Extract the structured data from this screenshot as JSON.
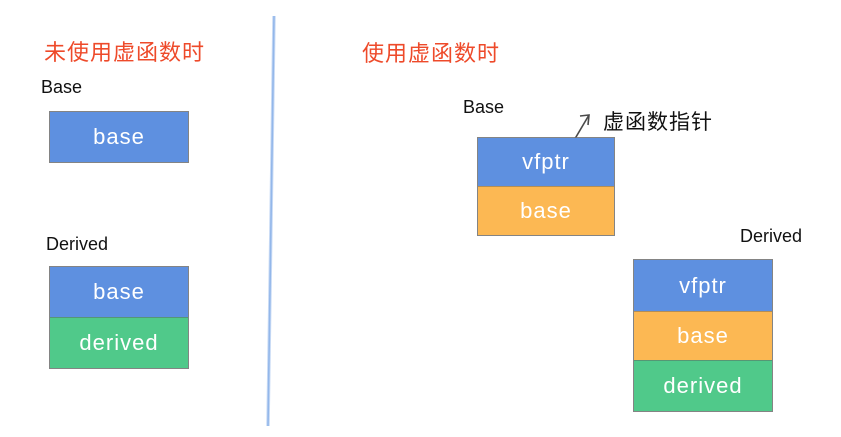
{
  "palette": {
    "blue": "#5E90E0",
    "orange": "#FCB853",
    "green": "#50C98A",
    "title_red": "#EE4A2A",
    "divider_blue": "#A6C4EE",
    "arrow_gray": "#4a4a4a"
  },
  "left": {
    "title": "未使用虚函数时",
    "base": {
      "label": "Base",
      "cells": [
        {
          "text": "base",
          "color": "blue"
        }
      ]
    },
    "derived": {
      "label": "Derived",
      "cells": [
        {
          "text": "base",
          "color": "blue"
        },
        {
          "text": "derived",
          "color": "green"
        }
      ]
    }
  },
  "right": {
    "title": "使用虚函数时",
    "annotation": "虚函数指针",
    "base": {
      "label": "Base",
      "cells": [
        {
          "text": "vfptr",
          "color": "blue"
        },
        {
          "text": "base",
          "color": "orange"
        }
      ]
    },
    "derived": {
      "label": "Derived",
      "cells": [
        {
          "text": "vfptr",
          "color": "blue"
        },
        {
          "text": "base",
          "color": "orange"
        },
        {
          "text": "derived",
          "color": "green"
        }
      ]
    }
  }
}
